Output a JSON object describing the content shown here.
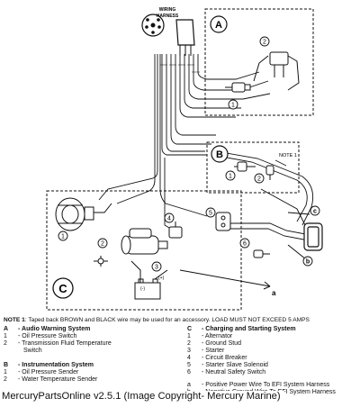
{
  "diagram": {
    "harness_label_1": "WIRING",
    "harness_label_2": "HARNESS",
    "note_1_label": "NOTE 1",
    "callouts": {
      "A": "A",
      "B": "B",
      "C": "C",
      "a": "a",
      "b": "b",
      "c": "c",
      "A1": "1",
      "A2": "2",
      "B1": "1",
      "B2": "2",
      "C1": "1",
      "C2": "2",
      "C3": "3",
      "C4": "4",
      "C5": "5",
      "C6": "6"
    }
  },
  "notes": {
    "note1_bold": "NOTE 1",
    "note1_text": ": Taped back BROWN and BLACK wire may be used for an accessory. LOAD MUST NOT EXCEED 5 AMPS"
  },
  "legend": {
    "A": {
      "letter": "A",
      "title": "- Audio Warning System",
      "items": [
        {
          "num": "1",
          "text": "- Oil Pressure Switch"
        },
        {
          "num": "2",
          "text": "- Transmission Fluid Temperature"
        },
        {
          "num": "",
          "text": "Switch"
        }
      ]
    },
    "B": {
      "letter": "B",
      "title": "- Instrumentation System",
      "items": [
        {
          "num": "1",
          "text": "- Oil Pressure Sender"
        },
        {
          "num": "2",
          "text": "- Water Temperature Sender"
        }
      ]
    },
    "C": {
      "letter": "C",
      "title": "- Charging and Starting System",
      "items": [
        {
          "num": "1",
          "text": "- Alternator"
        },
        {
          "num": "2",
          "text": "- Ground Stud"
        },
        {
          "num": "3",
          "text": "- Starter"
        },
        {
          "num": "4",
          "text": "- Circuit Breaker"
        },
        {
          "num": "5",
          "text": "- Starter Slave Solenoid"
        },
        {
          "num": "6",
          "text": "- Neutral Safety Switch"
        }
      ]
    },
    "extra": [
      {
        "letter": "a",
        "text": "- Positive Power Wire To EFI System Harness"
      },
      {
        "letter": "b",
        "text": "- Negative Ground Wire To EFI System Harness"
      }
    ]
  },
  "footer": {
    "text": "MercuryPartsOnline v2.5.1 (Image Copyright- Mercury Marine)"
  }
}
